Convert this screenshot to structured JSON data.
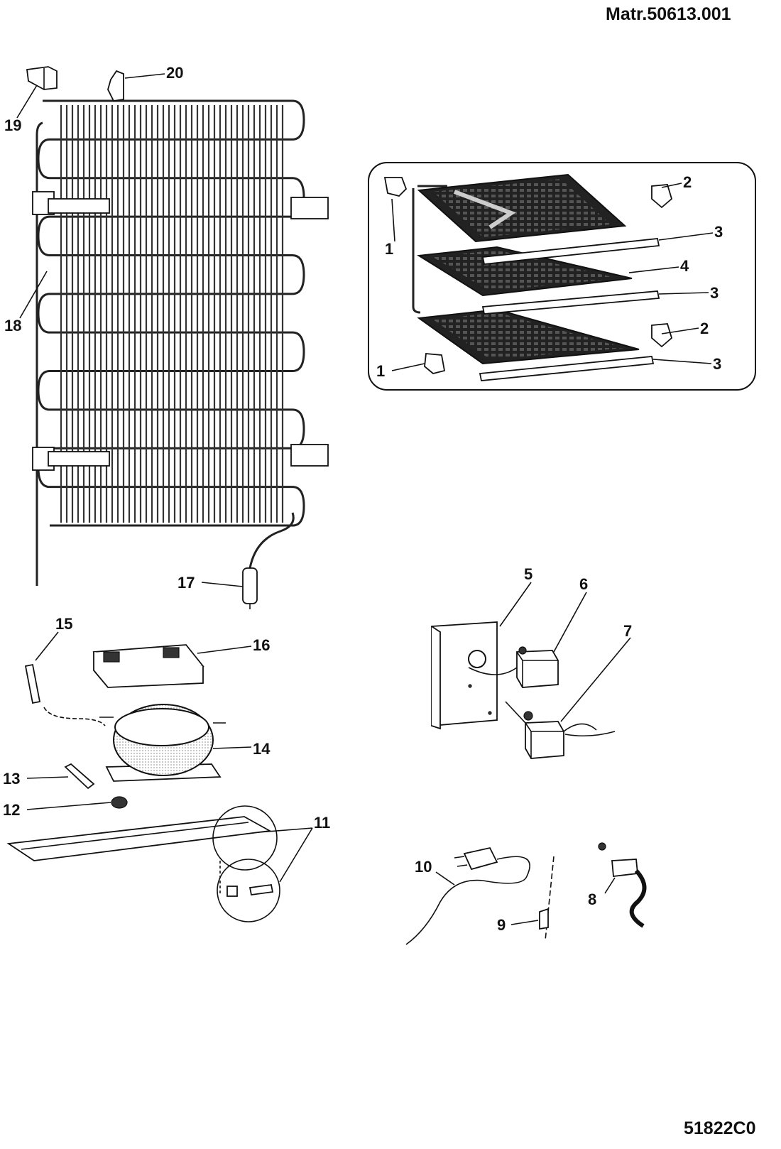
{
  "header": {
    "matr": "Matr.50613.001"
  },
  "footer": {
    "code": "51822C0"
  },
  "callouts": {
    "c1a": "1",
    "c1b": "1",
    "c2a": "2",
    "c2b": "2",
    "c3a": "3",
    "c3b": "3",
    "c3c": "3",
    "c4": "4",
    "c5": "5",
    "c6": "6",
    "c7": "7",
    "c8": "8",
    "c9": "9",
    "c10": "10",
    "c11": "11",
    "c12": "12",
    "c13": "13",
    "c14": "14",
    "c15": "15",
    "c16": "16",
    "c17": "17",
    "c18": "18",
    "c19": "19",
    "c20": "20"
  }
}
